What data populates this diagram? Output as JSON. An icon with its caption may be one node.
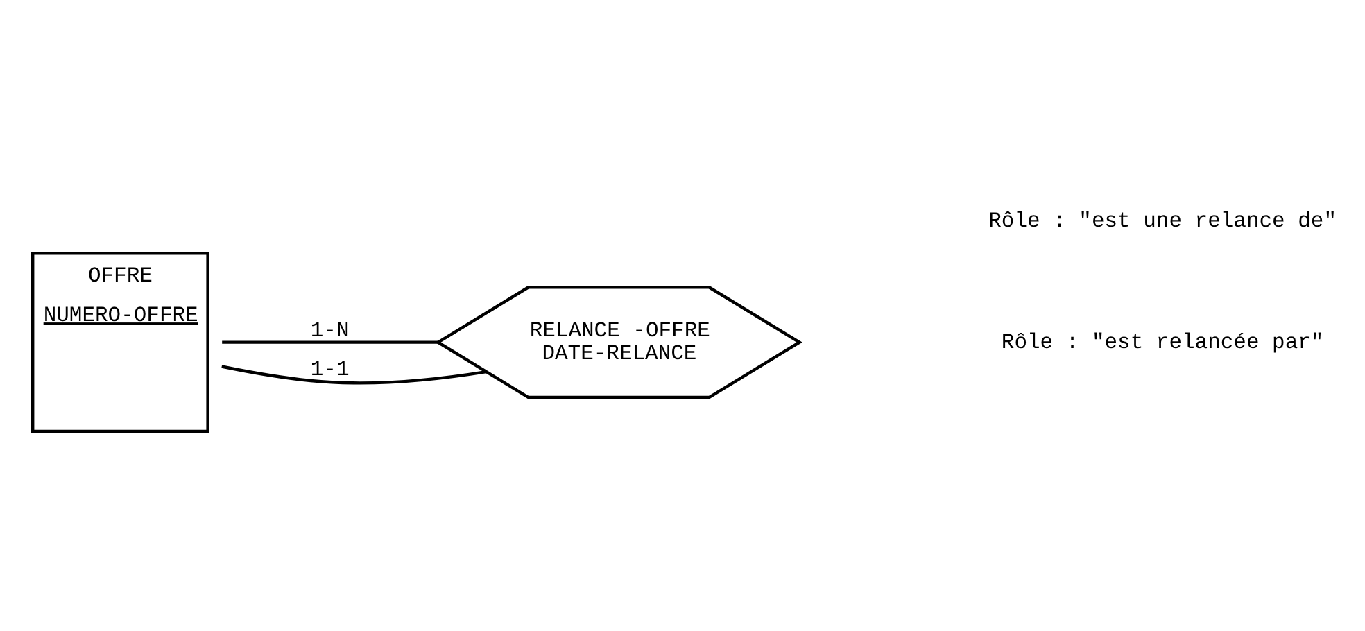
{
  "diagram": {
    "nodes": [
      {
        "text": [
          "OFFRE",
          "NUMERO-OFFRE"
        ]
      },
      {
        "text": [
          "RELANCE -OFFRE",
          "DATE-RELANCE"
        ]
      }
    ],
    "edges": [
      {
        "from": 0,
        "to": 1,
        "arrow": "none",
        "label": "1-N"
      },
      {
        "from": 0,
        "to": 1,
        "arrow": "none",
        "label": "1-1"
      }
    ],
    "labels": [
      "Rôle : \"est relancée par\"",
      "Rôle : \"est une relance de\""
    ]
  }
}
